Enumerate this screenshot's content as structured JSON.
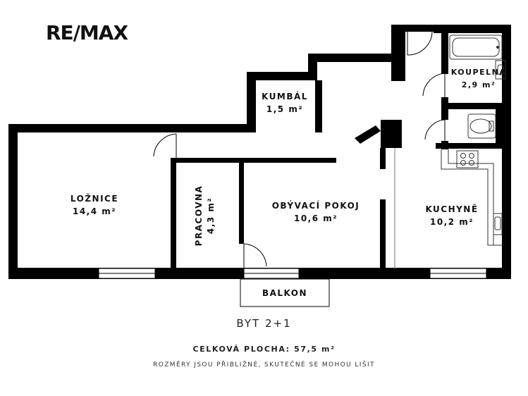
{
  "brand": {
    "logo_text": "RE/MAX"
  },
  "rooms": {
    "loznice": {
      "name": "LOŽNICE",
      "area": "14,4 m²"
    },
    "pracovna": {
      "name": "PRACOVNA",
      "area": "4,3 m²"
    },
    "obyvaci": {
      "name": "OBÝVACÍ POKOJ",
      "area": "10,6 m²"
    },
    "kuchyne": {
      "name": "KUCHYNĚ",
      "area": "10,2 m²"
    },
    "kumbal": {
      "name": "KUMBÁL",
      "area": "1,5 m²"
    },
    "koupelna": {
      "name": "KOUPELNA",
      "area": "2,9 m²"
    },
    "balkon": {
      "name": "BALKON"
    }
  },
  "footer": {
    "apartment_type": "BYT 2+1",
    "total_area": "CELKOVÁ PLOCHA: 57,5 m²",
    "disclaimer": "ROZMĚRY JSOU PŘIBLIŽNÉ, SKUTEČNÉ SE MOHOU LIŠIT"
  },
  "colors": {
    "wall": "#000000",
    "background": "#ffffff",
    "fixture_line": "#333333"
  }
}
